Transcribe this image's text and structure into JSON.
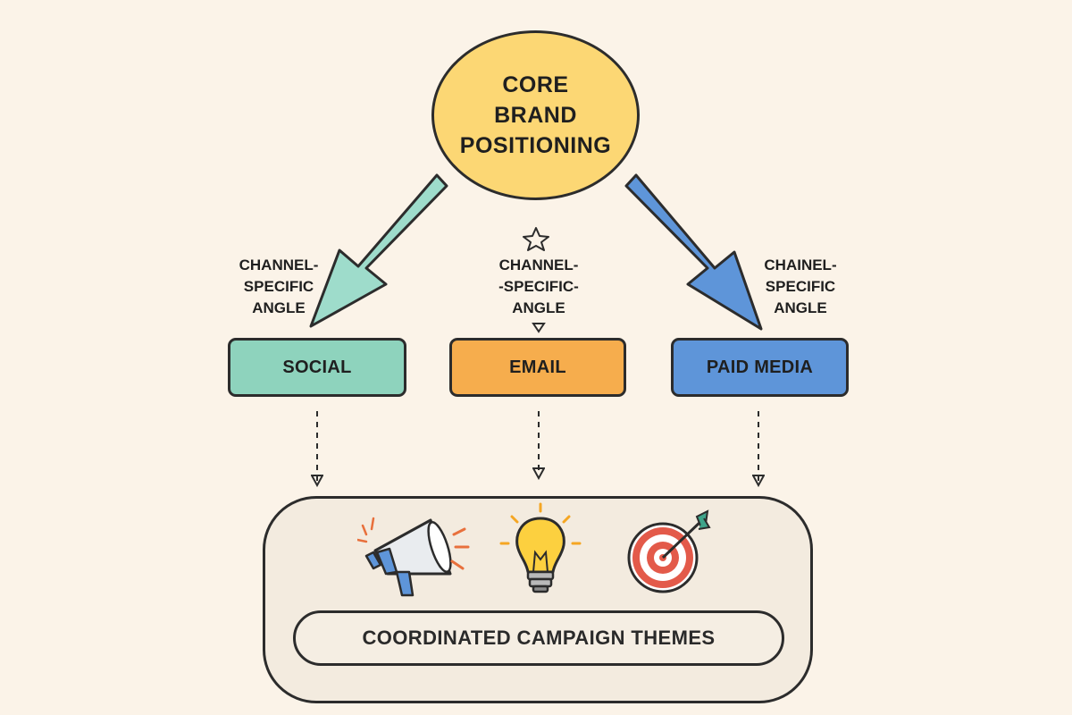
{
  "core": {
    "lines": [
      "CORE",
      "BRAND",
      "POSITIONING"
    ],
    "fill": "#fcd774"
  },
  "channel_angles": [
    {
      "lines": [
        "CHANNEL-",
        "SPECIFIC",
        "ANGLE"
      ]
    },
    {
      "lines": [
        "CHANNEL-",
        "-SPECIFIC-",
        "ANGLE"
      ]
    },
    {
      "lines": [
        "CHAINEL-",
        "SPECIFIC",
        "ANGLE"
      ]
    }
  ],
  "channels": [
    {
      "label": "SOCIAL",
      "color": "#8ed3bd"
    },
    {
      "label": "EMAIL",
      "color": "#f6ad4d"
    },
    {
      "label": "PAID MEDIA",
      "color": "#5e95d9"
    }
  ],
  "icons": [
    "megaphone-icon",
    "lightbulb-icon",
    "target-icon",
    "star-icon"
  ],
  "themes": {
    "label": "COORDINATED CAMPAIGN THEMES"
  }
}
